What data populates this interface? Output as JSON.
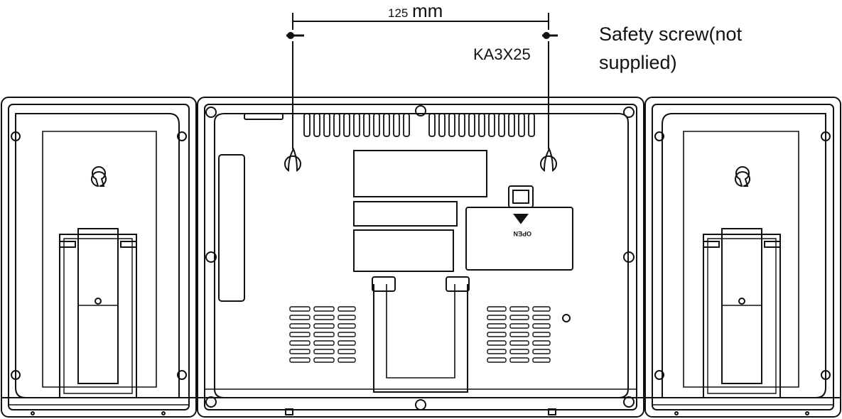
{
  "annotations": {
    "dimension_number": "125",
    "dimension_unit": "mm",
    "screw_model": "KA3X25",
    "safety_note_line1": "Safety screw(not",
    "safety_note_line2": "supplied)",
    "battery_label": "OPEN"
  },
  "colors": {
    "stroke": "#111111",
    "background": "#ffffff"
  }
}
